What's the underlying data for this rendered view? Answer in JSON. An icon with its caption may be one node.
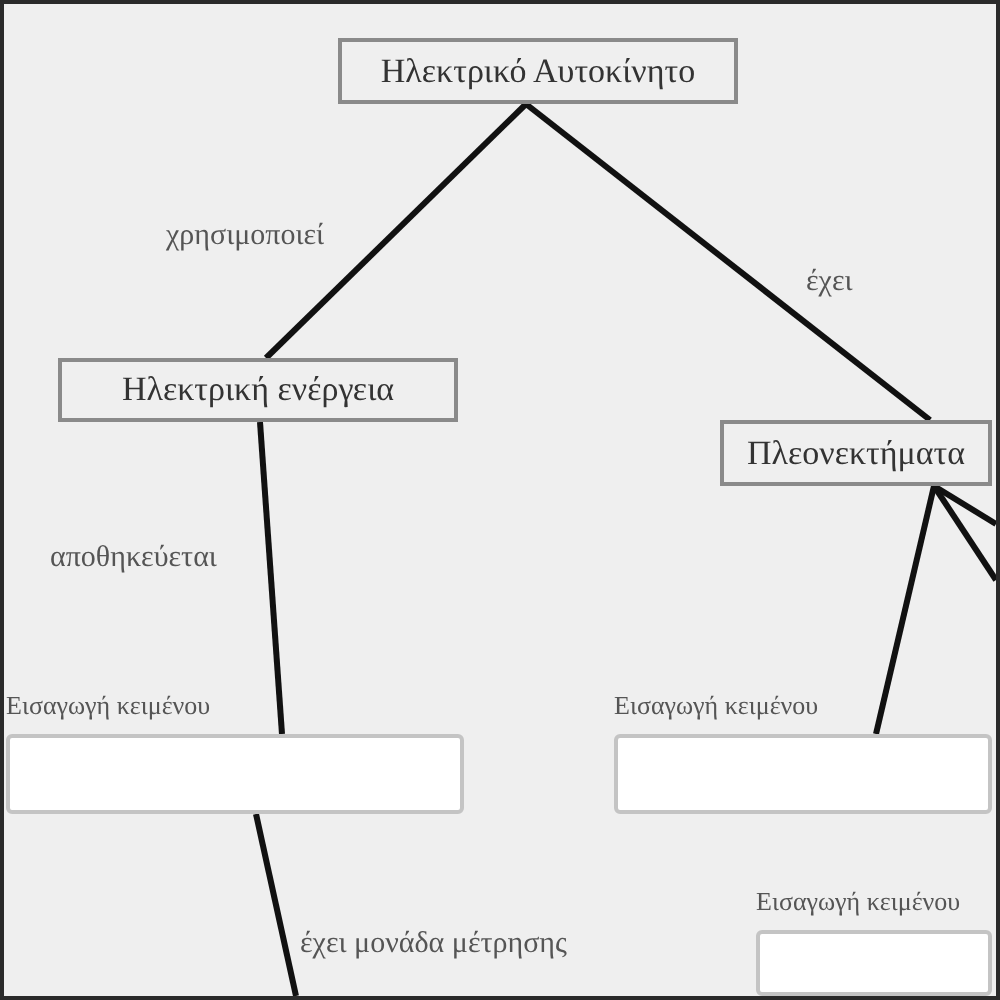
{
  "diagram": {
    "nodes": [
      {
        "text": [
          "Ηλεκτρικό Αυτοκίνητο"
        ]
      },
      {
        "text": [
          "Ηλεκτρική ενέργεια"
        ]
      },
      {
        "text": [
          "Πλεονεκτήματα"
        ]
      },
      {
        "text": [
          "Εισαγωγή κειμένου"
        ]
      },
      {
        "text": [
          "Εισαγωγή κειμένου"
        ]
      },
      {
        "text": [
          "Εισαγωγή κειμένου"
        ]
      }
    ],
    "edges": [
      {
        "from": 0,
        "to": 1,
        "arrow": "none",
        "label": "χρησιμοποιεί"
      },
      {
        "from": 0,
        "to": 2,
        "arrow": "none",
        "label": "έχει"
      },
      {
        "from": 1,
        "to": 3,
        "arrow": "none",
        "label": "αποθηκεύεται"
      },
      {
        "from": 2,
        "to": 4,
        "arrow": "none"
      },
      {
        "from": 2,
        "to": null,
        "arrow": "none"
      },
      {
        "from": 2,
        "to": null,
        "arrow": "none"
      },
      {
        "from": 3,
        "to": null,
        "arrow": "none",
        "label": "έχει μονάδα μέτρησης"
      }
    ]
  }
}
